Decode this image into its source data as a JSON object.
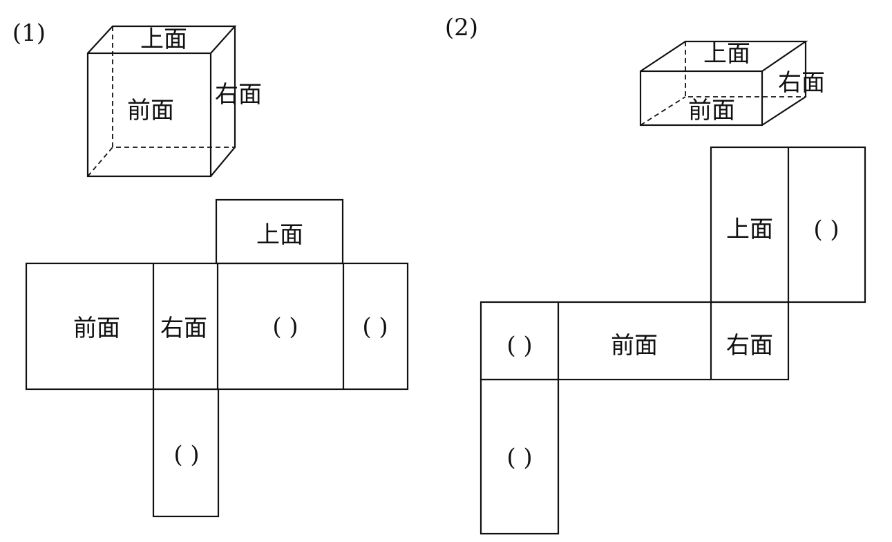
{
  "figure1": {
    "label": "(1)",
    "solid": {
      "top": "上面",
      "front": "前面",
      "right": "右面"
    },
    "net": {
      "top": "上面",
      "front": "前面",
      "right": "右面",
      "blank_a": "(    )",
      "blank_b": "(    )",
      "blank_bottom": "(    )"
    }
  },
  "figure2": {
    "label": "(2)",
    "solid": {
      "top": "上面",
      "front": "前面",
      "right": "右面"
    },
    "net": {
      "top": "上面",
      "blank_top_right": "(    )",
      "blank_left": "(    )",
      "front": "前面",
      "right": "右面",
      "blank_bottom": "(    )"
    }
  }
}
